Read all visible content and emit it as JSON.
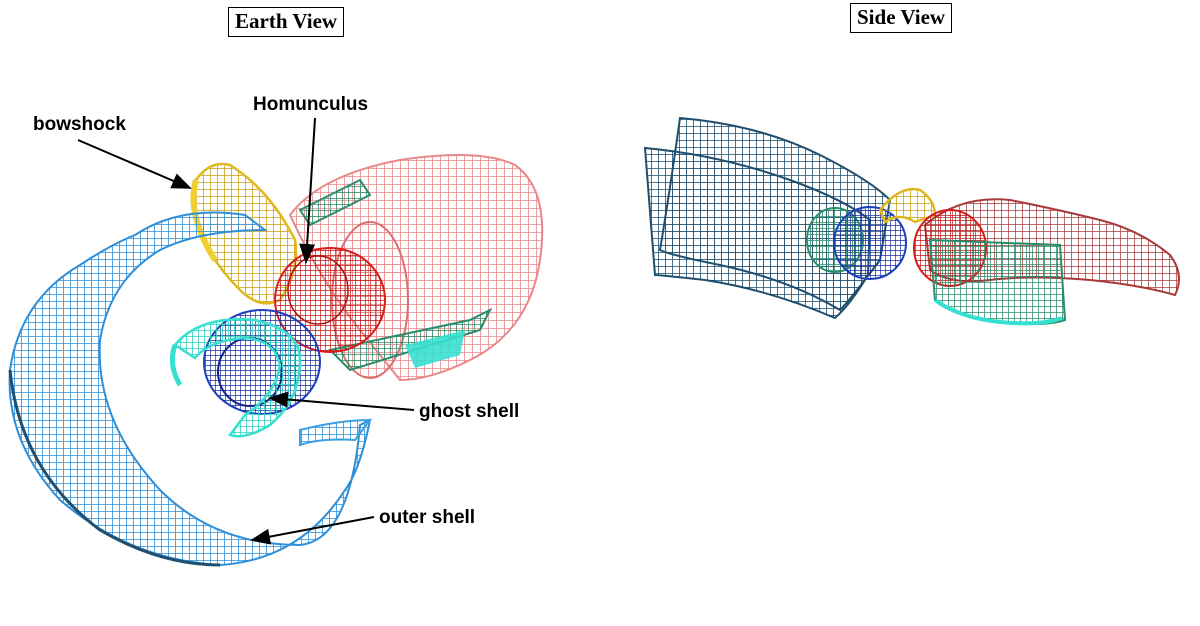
{
  "panels": {
    "earth": {
      "title": "Earth View"
    },
    "side": {
      "title": "Side View"
    }
  },
  "labels": {
    "bowshock": "bowshock",
    "homunculus": "Homunculus",
    "ghost_shell": "ghost shell",
    "outer_shell": "outer shell"
  },
  "colors": {
    "outer_shell": "#2e8fd8",
    "outer_shell_dark": "#1f4e6e",
    "ghost_shell": "#36e0d0",
    "homunculus_red": "#d81c1c",
    "homunculus_blue": "#1c3fbf",
    "bowshock": "#e0b81c",
    "red_lobe": "#e8888a",
    "dark_red_lobe": "#a83a3a",
    "green_band": "#2a8c6a"
  }
}
